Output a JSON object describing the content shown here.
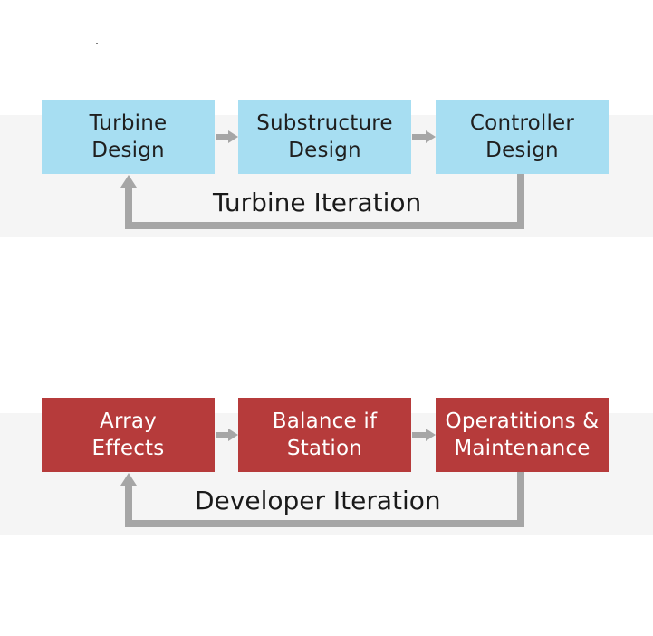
{
  "colors": {
    "design_box": "#a7def2",
    "developer_box": "#b63b3b",
    "arrow": "#a6a6a6",
    "band": "#f5f5f5"
  },
  "turbine_loop": {
    "boxes": [
      {
        "label": "Turbine\nDesign"
      },
      {
        "label": "Substructure\nDesign"
      },
      {
        "label": "Controller\nDesign"
      }
    ],
    "iteration_label": "Turbine Iteration"
  },
  "developer_loop": {
    "boxes": [
      {
        "label": "Array\nEffects"
      },
      {
        "label": "Balance if\nStation"
      },
      {
        "label": "Operatitions &\nMaintenance"
      }
    ],
    "iteration_label": "Developer Iteration"
  }
}
